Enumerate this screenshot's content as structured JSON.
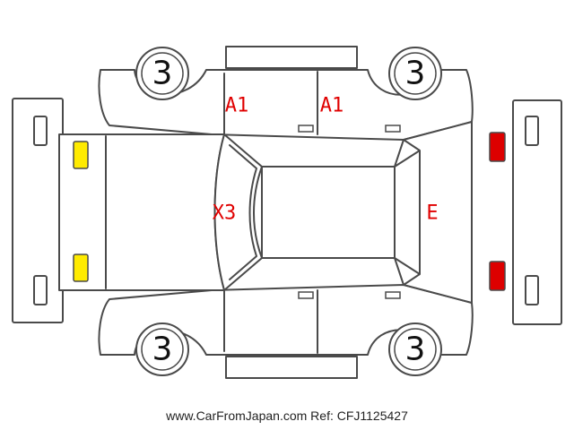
{
  "colors": {
    "outline": "#4a4a4a",
    "code_text": "#e00000",
    "front_lights": "#ffeb00",
    "rear_lights": "#dd0000"
  },
  "wheels": {
    "front_left": "3",
    "rear_left": "3",
    "front_right": "3",
    "rear_right": "3"
  },
  "damage_codes": {
    "front_door_top": "A1",
    "rear_door_top": "A1",
    "hood": "X3",
    "rear_glass": "E"
  },
  "footer": {
    "text": "www.CarFromJapan.com Ref: CFJ1125427"
  }
}
